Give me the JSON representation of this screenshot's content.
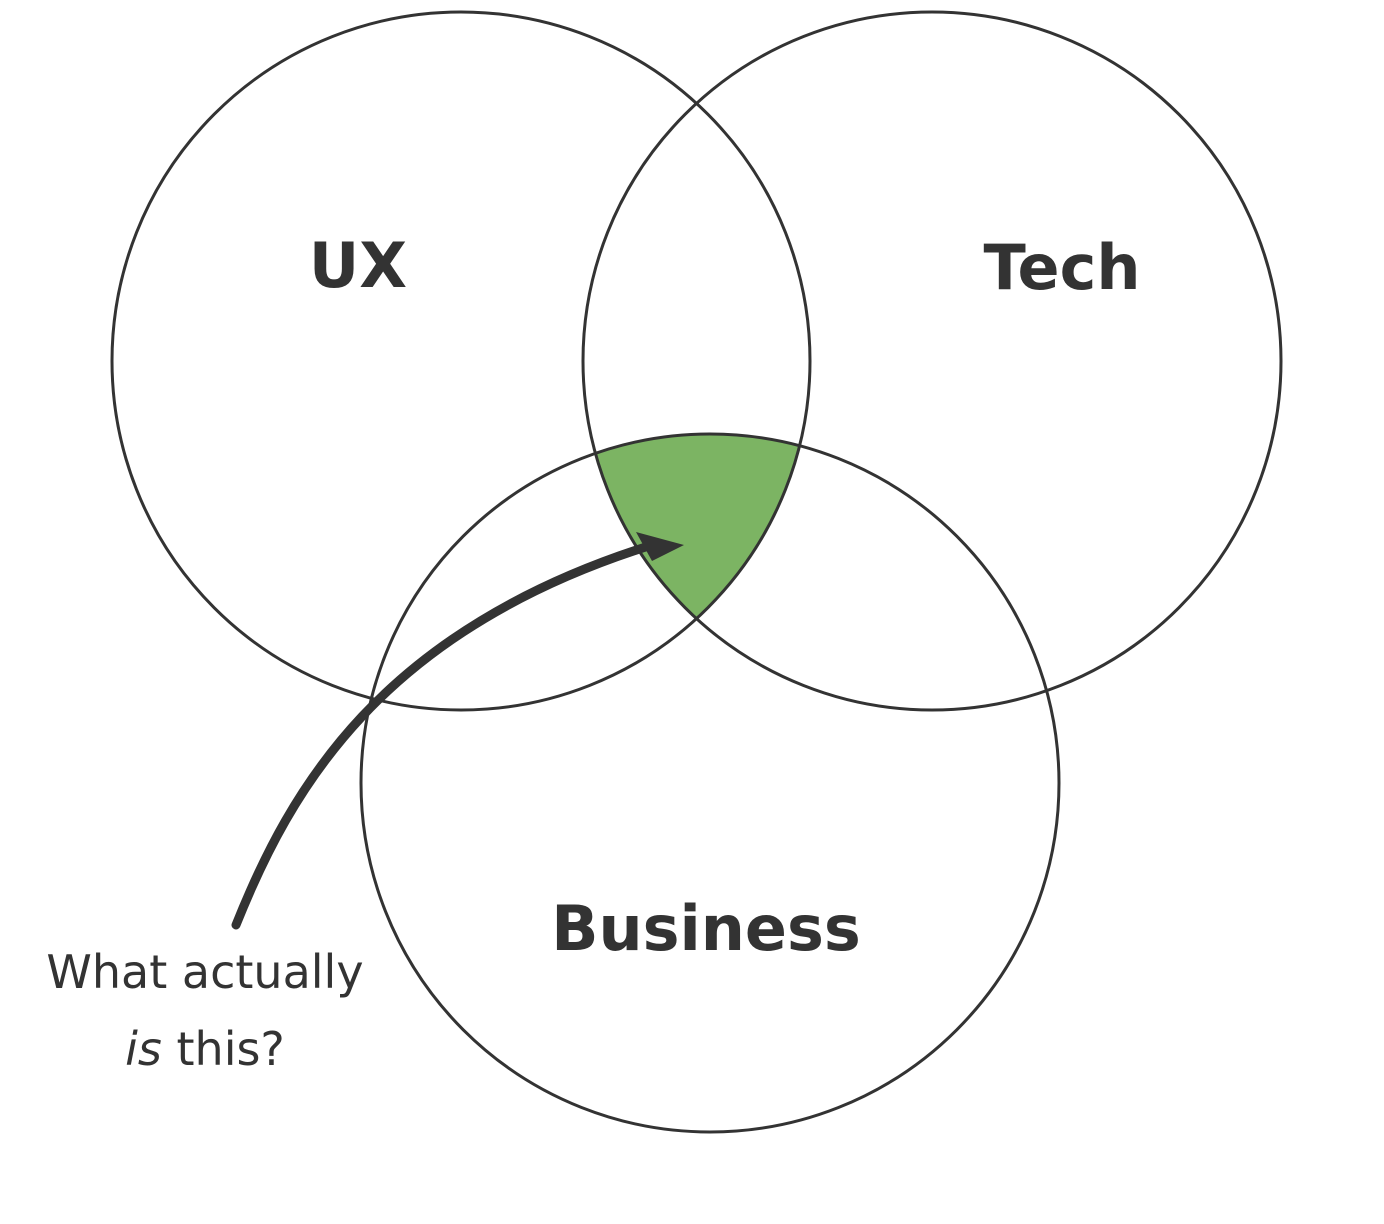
{
  "diagram": {
    "sets": [
      {
        "id": "ux",
        "label": "UX"
      },
      {
        "id": "tech",
        "label": "Tech"
      },
      {
        "id": "business",
        "label": "Business"
      }
    ],
    "highlight": {
      "region": "ux-tech-business-intersection",
      "color": "#7cb463"
    },
    "annotation": {
      "line1": "What actually",
      "line2_emphasis": "is",
      "line2_rest": " this?"
    },
    "stroke_color": "#333333"
  }
}
